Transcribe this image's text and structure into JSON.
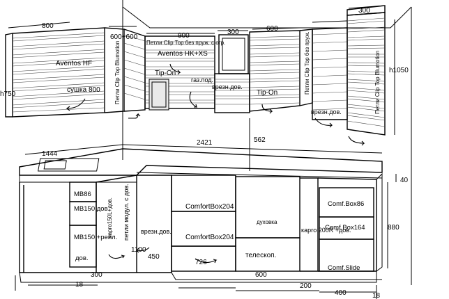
{
  "labels": {
    "w800": "800",
    "w600_600": "600+600",
    "w900": "900",
    "w300_a": "300",
    "w600_top": "600",
    "w300_top": "300",
    "aventos_hf": "Aventos HF",
    "petli_clip_bluemotion_left": "Петли Clip Top Blumotion",
    "petli_clip_bez_pruzh_ogr": "Петли Clip Top без пруж. с огр.",
    "aventos_hk_xs": "Aventos HK+XS",
    "tip_on_left": "Tip-On",
    "gaz_pod": "газ.под.",
    "vrezn_dov_top": "врезн.дов.",
    "tip_on_right": "Tip-On",
    "petli_clip_bez_pruzh": "Петли Clip Top без пруж.",
    "petli_clip_bluemotion_right": "Петли Clip Top Blumotion",
    "h1050": "h1050",
    "h750": "h750",
    "sushka_800": "сушка 800",
    "vrezn_dov_right": "врезн.дов.",
    "d2421": "2421",
    "d1444": "1444",
    "d562": "562",
    "d40": "40",
    "mb86": "MB86",
    "mb150_dov": "MB150 дов.",
    "mb150_reil": "MB150 +рейл.",
    "dov": "дов.",
    "kargo_150l": "карго150L+дов.",
    "petli_modul": "петли модул. с дов.",
    "vrezn_dov_mid": "врезн.дов.",
    "comfortbox_top": "ComfortBox204",
    "comfortbox_bottom": "ComfortBox204",
    "duhovka": "духовка",
    "teleskop": "телескоп.",
    "kargo_200r": "карго 200R +дов.",
    "comf_box86": "Comf.Box86",
    "comf_box164": "Comf.Box164",
    "comf_slide": "Comf.Slide",
    "d880": "880",
    "d1100": "1100",
    "d450": "450",
    "d726": "726",
    "d300_bottom": "300",
    "d18_left": "18",
    "d600_bottom": "600",
    "d200_bottom": "200",
    "d400_bottom": "400",
    "d18_right": "18"
  },
  "colors": {
    "line": "#000000",
    "shade": "#e9e9e9",
    "background": "#ffffff"
  }
}
